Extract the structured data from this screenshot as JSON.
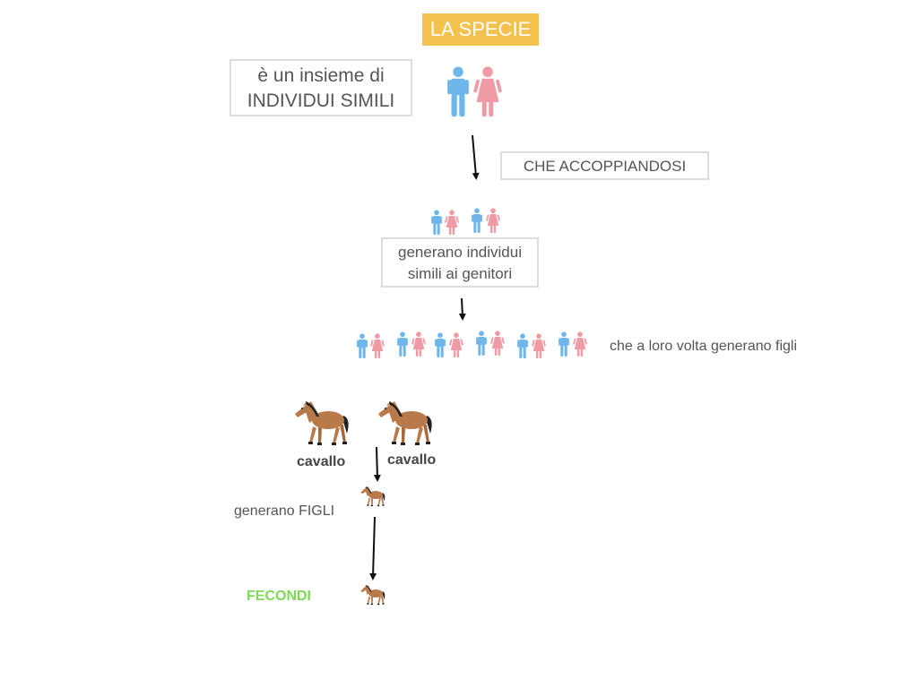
{
  "title": "LA SPECIE",
  "definition": {
    "line1": "è un insieme di",
    "line2": "INDIVIDUI SIMILI"
  },
  "mating_label": "CHE ACCOPPIANDOSI",
  "offspring_box": {
    "line1": "generano individui",
    "line2": "simili ai genitori"
  },
  "generation_note": "che a loro volta generano figli",
  "horse_labels": [
    "cavallo",
    "cavallo"
  ],
  "offspring_label": "generano FIGLI",
  "fertile_label": "FECONDI",
  "colors": {
    "title_bg": "#f2c14e",
    "male": "#6fb7ea",
    "female": "#ef9aa5",
    "fertile": "#7ed957",
    "horse": "#b87a4b",
    "mane": "#222222"
  },
  "icons": [
    "man-icon",
    "woman-icon",
    "horse-icon",
    "arrow-down-icon"
  ]
}
